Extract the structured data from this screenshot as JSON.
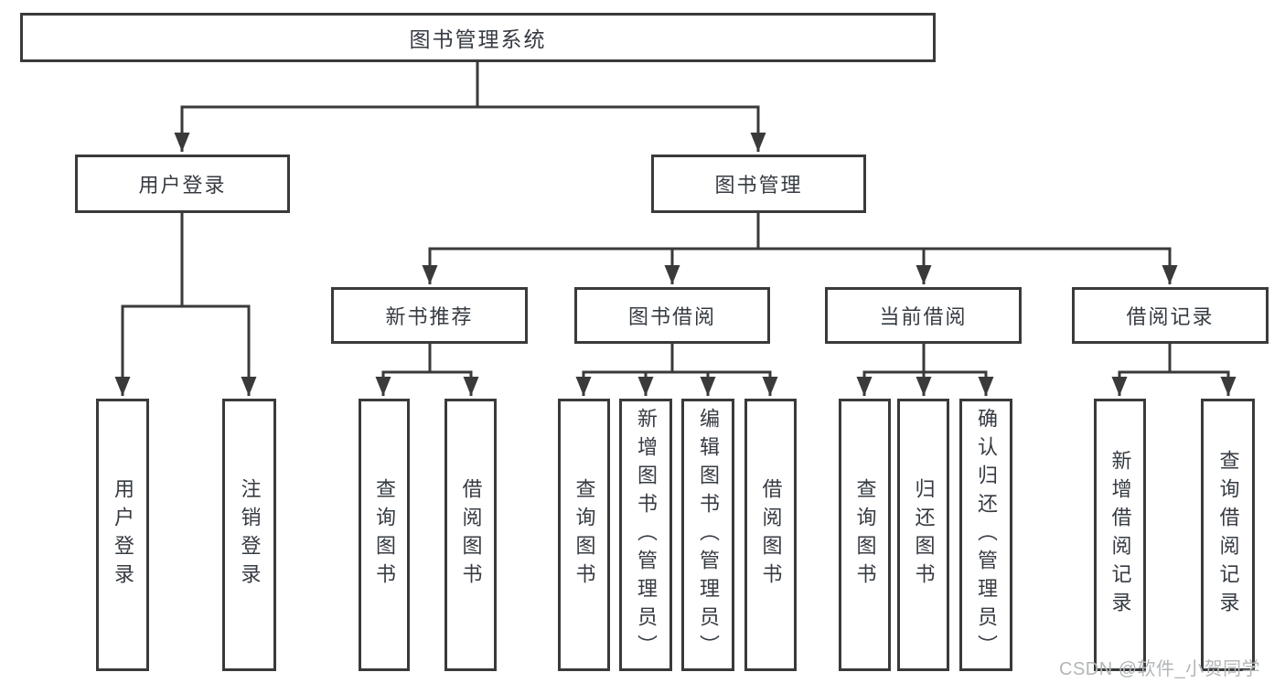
{
  "colors": {
    "line": "#3a3a3a",
    "box_border": "#3a3a3a",
    "text": "#363b42",
    "watermark": "#b2b6b8",
    "background": "#ffffff"
  },
  "root": {
    "label": "图书管理系统"
  },
  "branches": [
    {
      "label": "用户登录",
      "children": [
        {
          "label": "用户登录"
        },
        {
          "label": "注销登录"
        }
      ]
    },
    {
      "label": "图书管理",
      "children": [
        {
          "label": "新书推荐",
          "children": [
            {
              "label": "查询图书"
            },
            {
              "label": "借阅图书"
            }
          ]
        },
        {
          "label": "图书借阅",
          "children": [
            {
              "label": "查询图书"
            },
            {
              "label": "新增图书（管理员）"
            },
            {
              "label": "编辑图书（管理员）"
            },
            {
              "label": "借阅图书"
            }
          ]
        },
        {
          "label": "当前借阅",
          "children": [
            {
              "label": "查询图书"
            },
            {
              "label": "归还图书"
            },
            {
              "label": "确认归还（管理员）"
            }
          ]
        },
        {
          "label": "借阅记录",
          "children": [
            {
              "label": "新增借阅记录"
            },
            {
              "label": "查询借阅记录"
            }
          ]
        }
      ]
    }
  ],
  "watermark": {
    "text": "CSDN @软件_小贺同学"
  }
}
